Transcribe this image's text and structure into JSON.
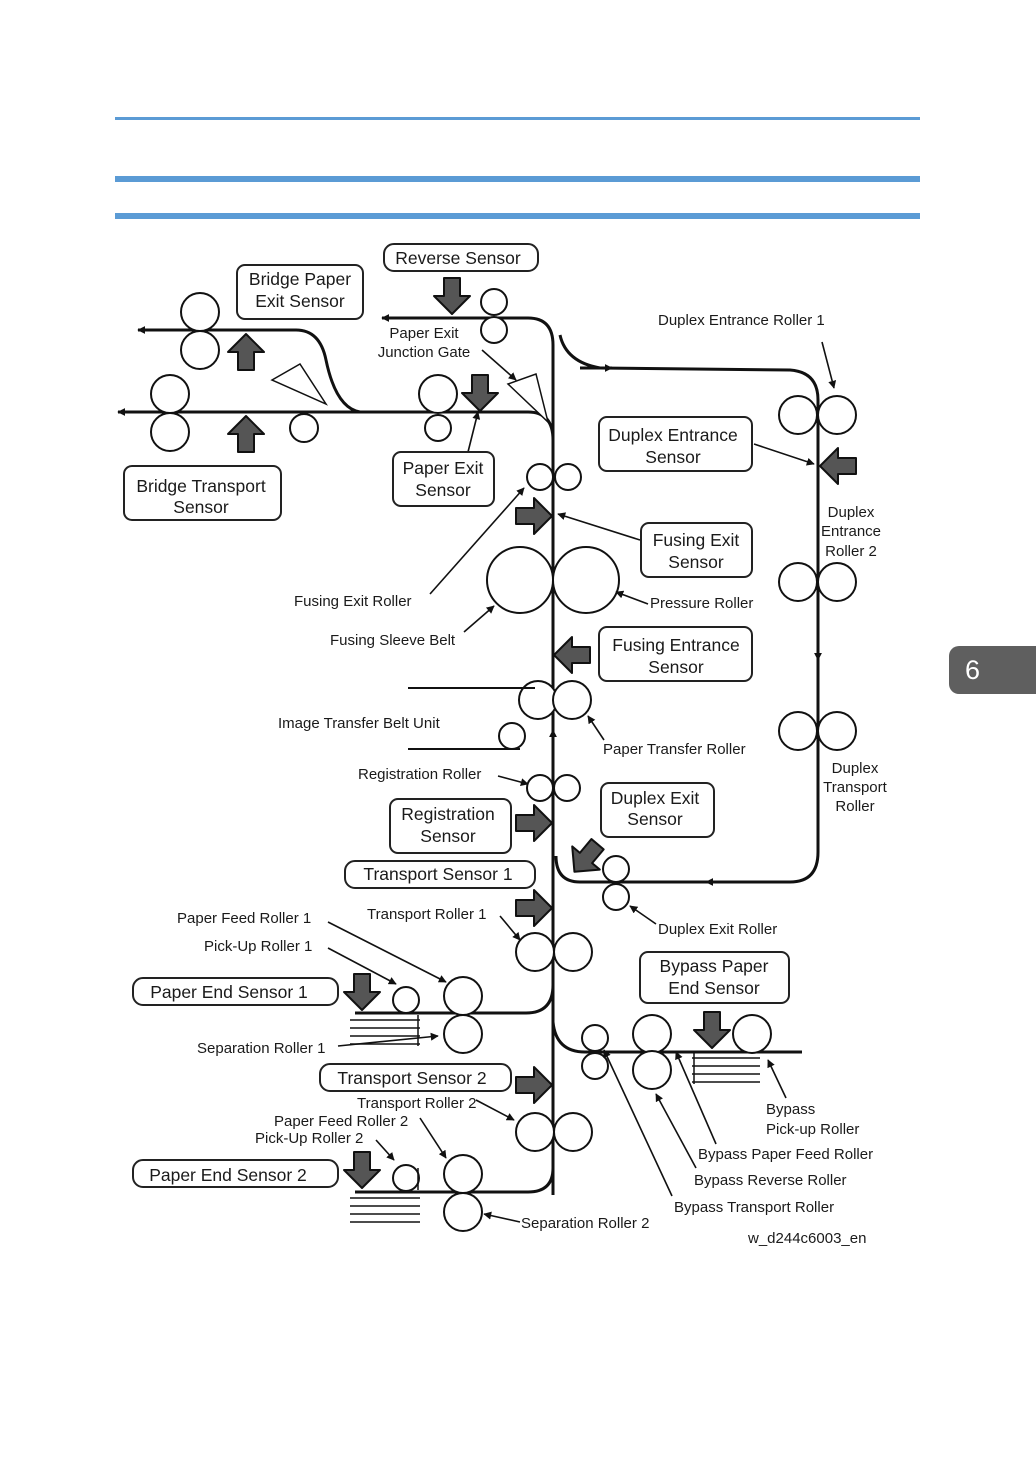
{
  "page": {
    "tab_number": "6"
  },
  "diagram": {
    "figure_code": "w_d244c6003_en",
    "sensors": {
      "reverse": "Reverse Sensor",
      "bridge_exit": [
        "Bridge Paper",
        "Exit Sensor"
      ],
      "bridge_transport": [
        "Bridge Transport",
        "Sensor"
      ],
      "paper_exit": [
        "Paper Exit",
        "Sensor"
      ],
      "duplex_entrance": [
        "Duplex Entrance",
        "Sensor"
      ],
      "fusing_exit": [
        "Fusing Exit",
        "Sensor"
      ],
      "fusing_entrance": [
        "Fusing Entrance",
        "Sensor"
      ],
      "registration": [
        "Registration",
        "Sensor"
      ],
      "duplex_exit": [
        "Duplex Exit",
        "Sensor"
      ],
      "transport_1": "Transport Sensor 1",
      "bypass_end": [
        "Bypass Paper",
        "End Sensor"
      ],
      "paper_end_1": "Paper End Sensor 1",
      "transport_2": "Transport Sensor 2",
      "paper_end_2": "Paper End Sensor 2"
    },
    "labels": {
      "paper_exit_gate": [
        "Paper Exit",
        "Junction Gate"
      ],
      "duplex_entrance_roller_1": "Duplex Entrance Roller 1",
      "duplex_entrance_roller_2": [
        "Duplex",
        "Entrance",
        "Roller 2"
      ],
      "fusing_exit_roller": "Fusing Exit Roller",
      "fusing_sleeve_belt": "Fusing Sleeve Belt",
      "pressure_roller": "Pressure Roller",
      "image_transfer_belt": "Image Transfer Belt Unit",
      "paper_transfer_roller": "Paper Transfer Roller",
      "duplex_transport_roller": [
        "Duplex",
        "Transport",
        "Roller"
      ],
      "registration_roller": "Registration Roller",
      "paper_feed_roller_1": "Paper Feed Roller 1",
      "transport_roller_1": "Transport Roller 1",
      "pickup_roller_1": "Pick-Up Roller 1",
      "duplex_exit_roller": "Duplex Exit Roller",
      "separation_roller_1": "Separation Roller 1",
      "transport_roller_2": "Transport Roller 2",
      "paper_feed_roller_2": "Paper Feed Roller 2",
      "pickup_roller_2": "Pick-Up Roller 2",
      "separation_roller_2": "Separation Roller 2",
      "bypass_pickup": [
        "Bypass",
        "Pick-up Roller"
      ],
      "bypass_feed": "Bypass Paper Feed Roller",
      "bypass_reverse": "Bypass Reverse Roller",
      "bypass_transport": "Bypass Transport Roller"
    }
  }
}
